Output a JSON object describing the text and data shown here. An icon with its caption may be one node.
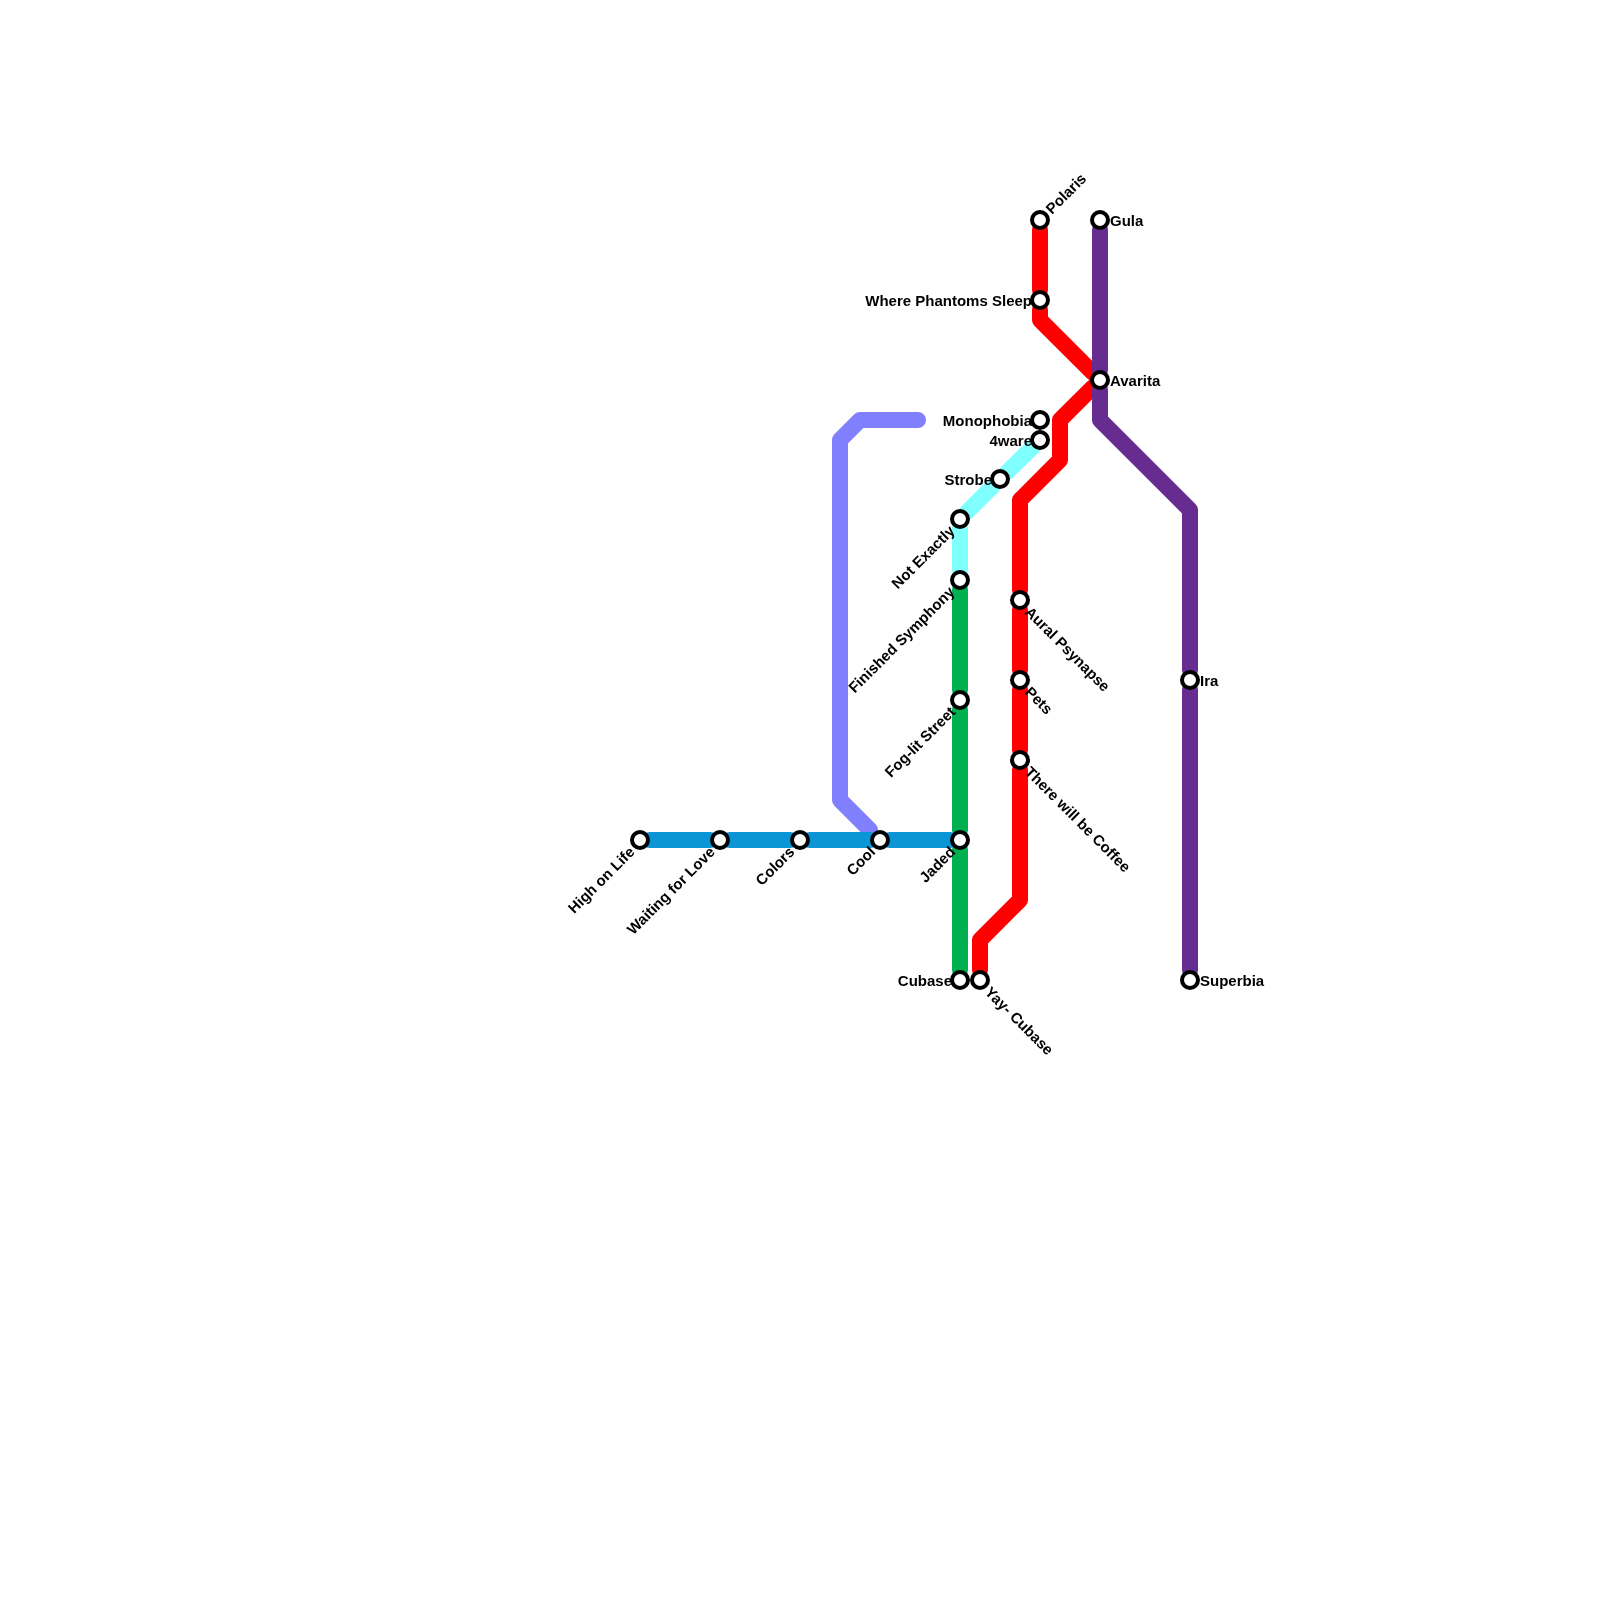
{
  "diagram": {
    "nodes": [
      {
        "text": [
          "Polaris"
        ]
      },
      {
        "text": [
          "Gula"
        ]
      },
      {
        "text": [
          "Where Phantoms Sleep"
        ]
      },
      {
        "text": [
          "Avarita"
        ]
      },
      {
        "text": [
          "Monophobia"
        ]
      },
      {
        "text": [
          "4ware"
        ]
      },
      {
        "text": [
          "Strobe"
        ]
      },
      {
        "text": [
          "Not Exactly"
        ]
      },
      {
        "text": [
          "Finished Symphony"
        ]
      },
      {
        "text": [
          "Aural Psynapse"
        ]
      },
      {
        "text": [
          "Pets"
        ]
      },
      {
        "text": [
          "Ira"
        ]
      },
      {
        "text": [
          "Fog-lit Street"
        ]
      },
      {
        "text": [
          "There will be Coffee"
        ]
      },
      {
        "text": [
          "High on Life"
        ]
      },
      {
        "text": [
          "Waiting for Love"
        ]
      },
      {
        "text": [
          "Colors"
        ]
      },
      {
        "text": [
          "Cool"
        ]
      },
      {
        "text": [
          "Jaded"
        ]
      },
      {
        "text": [
          "Cubase"
        ]
      },
      {
        "text": [
          "Yay- Cubase"
        ]
      },
      {
        "text": [
          "Superbia"
        ]
      }
    ],
    "edges": [
      {
        "from": 0,
        "to": 2,
        "arrow": "none"
      },
      {
        "from": 2,
        "to": 3,
        "arrow": "none"
      },
      {
        "from": 3,
        "to": 9,
        "arrow": "none"
      },
      {
        "from": 9,
        "to": 10,
        "arrow": "none"
      },
      {
        "from": 10,
        "to": 13,
        "arrow": "none"
      },
      {
        "from": 13,
        "to": 20,
        "arrow": "none"
      },
      {
        "from": 1,
        "to": 3,
        "arrow": "none",
        "color": "#662c90"
      },
      {
        "from": 3,
        "to": 11,
        "arrow": "none",
        "color": "#662c90"
      },
      {
        "from": 11,
        "to": 21,
        "arrow": "none",
        "color": "#662c90"
      },
      {
        "from": 4,
        "to": 17,
        "arrow": "none",
        "color": "#8080ff"
      },
      {
        "from": 5,
        "to": 6,
        "arrow": "none",
        "color": "#80ffff"
      },
      {
        "from": 6,
        "to": 7,
        "arrow": "none",
        "color": "#80ffff"
      },
      {
        "from": 7,
        "to": 8,
        "arrow": "none",
        "color": "#80ffff"
      },
      {
        "from": 8,
        "to": 12,
        "arrow": "none",
        "color": "#00b050"
      },
      {
        "from": 12,
        "to": 18,
        "arrow": "none",
        "color": "#00b050"
      },
      {
        "from": 18,
        "to": 19,
        "arrow": "none",
        "color": "#00b050"
      },
      {
        "from": 14,
        "to": 15,
        "arrow": "none",
        "color": "#0a96d6"
      },
      {
        "from": 15,
        "to": 16,
        "arrow": "none",
        "color": "#0a96d6"
      },
      {
        "from": 16,
        "to": 17,
        "arrow": "none",
        "color": "#0a96d6"
      },
      {
        "from": 17,
        "to": 18,
        "arrow": "none",
        "color": "#0a96d6"
      }
    ]
  }
}
